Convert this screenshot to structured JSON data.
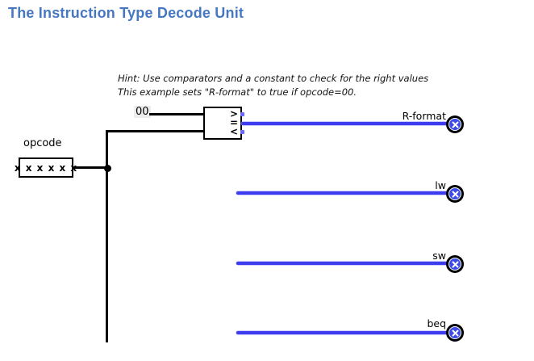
{
  "title": "The Instruction Type Decode Unit",
  "hint": {
    "line1": "Hint: Use comparators and a constant to check for the right values",
    "line2": "This example sets \"R-format\" to true if opcode=00."
  },
  "constant": {
    "value": "00"
  },
  "opcode": {
    "label": "opcode",
    "value": "x x x x x x"
  },
  "comparator": {
    "symbols": {
      "gt": ">",
      "eq": "=",
      "lt": "<"
    }
  },
  "outputs": [
    {
      "label": "R-format"
    },
    {
      "label": "lw"
    },
    {
      "label": "sw"
    },
    {
      "label": "beq"
    }
  ],
  "colors": {
    "title_blue": "#4577c2",
    "wire_blue": "#3d3def",
    "connector_blue": "#3b4be8",
    "wire_black": "#000000",
    "constant_bg": "#ededed"
  }
}
